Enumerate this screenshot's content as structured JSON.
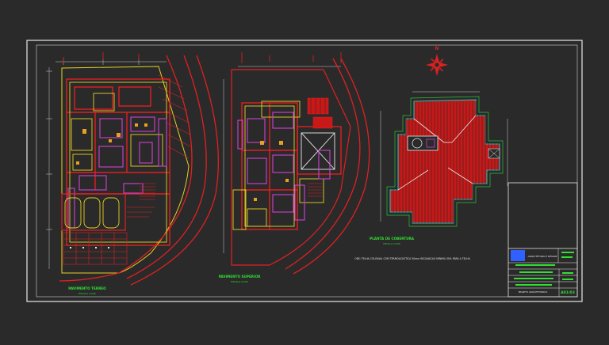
{
  "app": {
    "type": "cad-drawing-viewer",
    "background": "#2a2a2b"
  },
  "colors": {
    "frame": "#e8e8e8",
    "wall_red": "#e02020",
    "lot_yellow": "#e8d020",
    "furniture_magenta": "#d040d0",
    "label_green": "#30e030",
    "dim_white": "#cccccc",
    "roof_fill": "#c81818",
    "roof_line": "#20c0c0",
    "title_block_accent": "#3060ff"
  },
  "drawings": [
    {
      "id": "ground-floor",
      "title": "PAVIMENTO TERREO",
      "subtitle": "ESCALA 1/100"
    },
    {
      "id": "upper-floor",
      "title": "PAVIMENTO SUPERIOR",
      "subtitle": "ESCALA 1/100"
    },
    {
      "id": "roof-plan",
      "title": "PLANTA DE COBERTURA",
      "subtitle": "ESCALA 1/100"
    }
  ],
  "roof_note": "OBS: TELHA COLONIAL COM TERMOACUSTICA 50mm INCLINACAO MINIMA 30% PARA A TELHA",
  "north_arrow": {
    "icon": "compass-rose-icon",
    "label": "N"
  },
  "title_block": {
    "logo_text": "ARQUITETURA E DESIGN",
    "project_line": "PROJETO ARQUITETONICO",
    "sheet_code": "A01/03"
  }
}
